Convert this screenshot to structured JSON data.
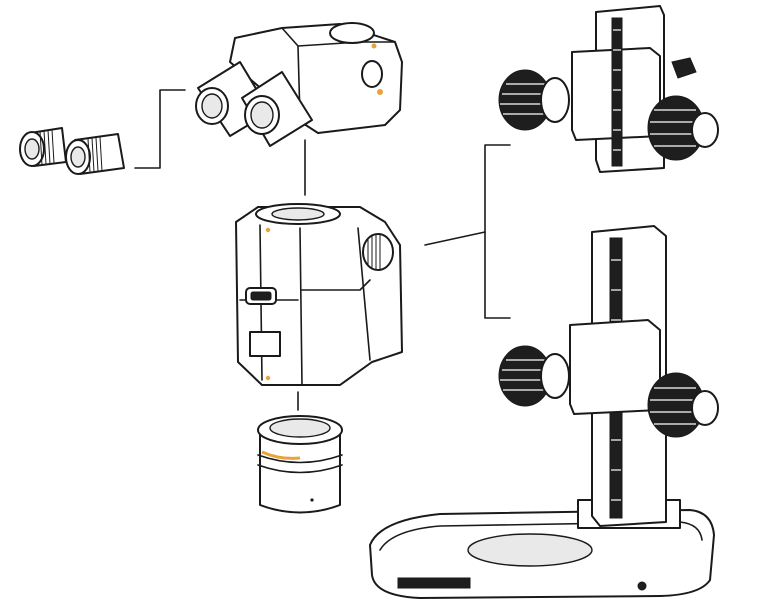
{
  "figure": {
    "accent_color": "#e8a33a",
    "line_color": "#1a1a1a",
    "background": "#ffffff"
  },
  "components": [
    {
      "id": "eyepieces",
      "icon": "eyepiece-pair-icon"
    },
    {
      "id": "binocular-head",
      "icon": "binocular-head-icon"
    },
    {
      "id": "zoom-body",
      "icon": "zoom-body-icon"
    },
    {
      "id": "objective-lens",
      "icon": "objective-lens-icon"
    },
    {
      "id": "focus-mount",
      "icon": "focus-mount-icon"
    },
    {
      "id": "track-stand",
      "icon": "track-stand-icon"
    }
  ]
}
